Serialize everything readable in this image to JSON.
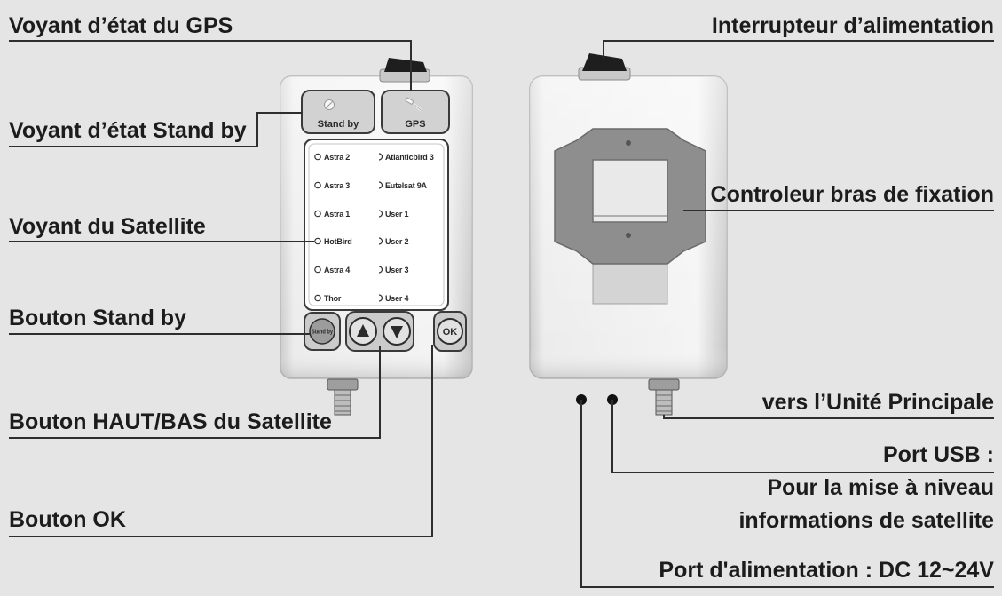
{
  "labels": {
    "gps_status": "Voyant d’état du GPS",
    "standby_status": "Voyant d’état Stand by",
    "satellite_indicator": "Voyant du Satellite",
    "standby_button": "Bouton Stand by",
    "updown_button": "Bouton HAUT/BAS du Satellite",
    "ok_button": "Bouton OK",
    "power_switch": "Interrupteur d’alimentation",
    "bracket_controller": "Controleur bras de fixation",
    "main_unit": "vers l’Unité Principale",
    "usb_port": "Port USB :",
    "usb_desc_1": "Pour la mise à niveau",
    "usb_desc_2": "informations de satellite",
    "power_port": "Port d'alimentation : DC 12~24V"
  },
  "device": {
    "standby_indicator": "Stand by",
    "gps_indicator": "GPS",
    "satellites_left": [
      "Astra 2",
      "Astra 3",
      "Astra 1",
      "HotBird",
      "Astra 4",
      "Thor"
    ],
    "satellites_right": [
      "Atlanticbird 3",
      "Eutelsat 9A",
      "User 1",
      "User 2",
      "User 3",
      "User 4"
    ],
    "standby_key": "Stand by",
    "ok_key": "OK"
  },
  "icons": {
    "standby": "standby-indicator-icon",
    "gps": "satellite-icon",
    "up": "up-arrow-icon",
    "down": "down-arrow-icon",
    "led": "led-indicator-icon"
  },
  "colors": {
    "background": "#e5e5e5",
    "text": "#1c1c1c",
    "leader_line": "#2e2e2e",
    "device_body": "#f0f0f0",
    "bracket": "#8e8e8e",
    "switch": "#1e1e1e"
  }
}
